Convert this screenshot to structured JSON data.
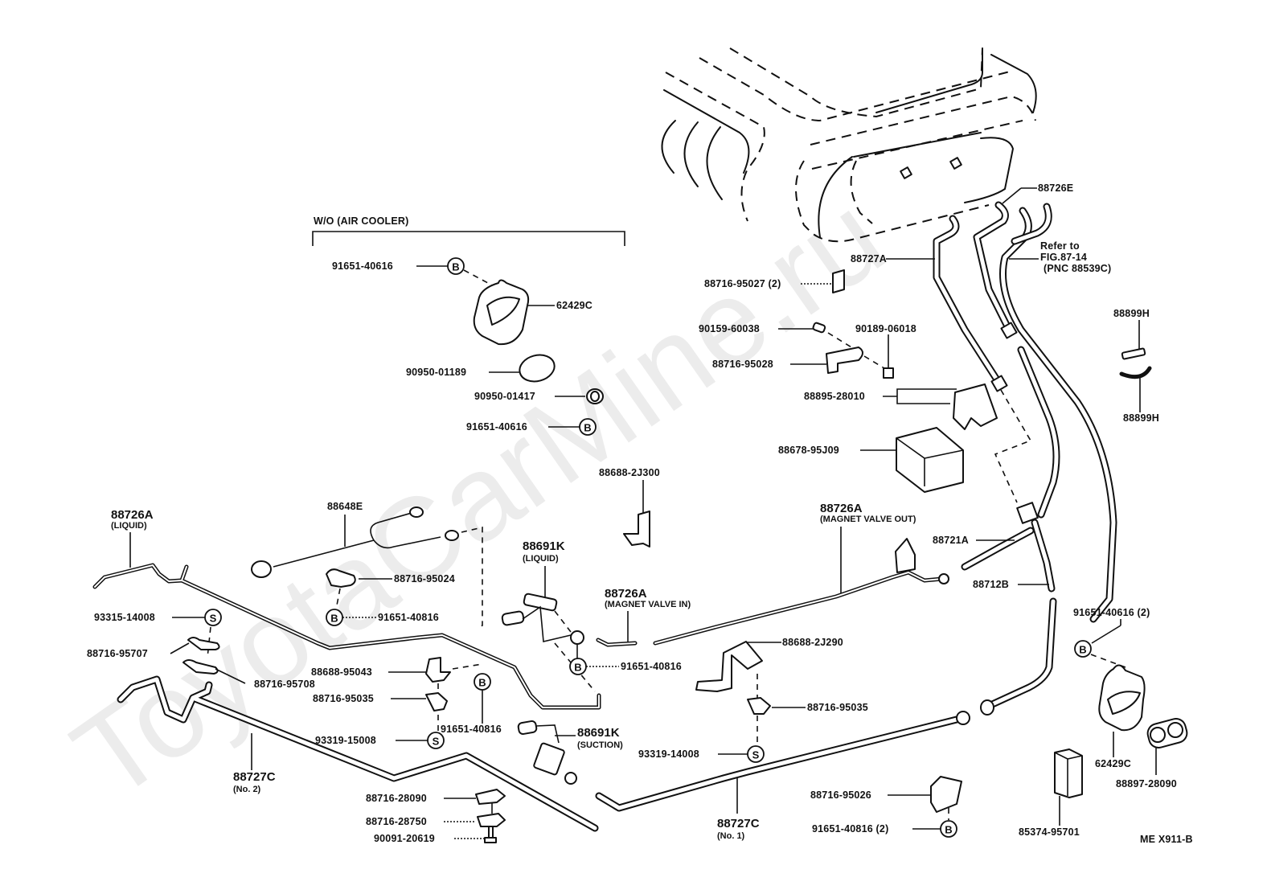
{
  "watermark": "ToyotaCarMine.ru",
  "diagram_code": "ME  X911-B",
  "group": {
    "title": "W/O  (AIR COOLER)",
    "parts": [
      "91651-40616",
      "62429C",
      "90950-01189",
      "90950-01417",
      "91651-40616"
    ]
  },
  "symbols": {
    "bolt": "B",
    "screw": "S"
  },
  "labels": {
    "p88726E": "88726E",
    "p88727A": "88727A",
    "refer1": "Refer to",
    "refer2": "FIG.87-14",
    "refer3": "(PNC 88539C)",
    "p88716_95027": "88716-95027 (2)",
    "p90159_60038": "90159-60038",
    "p90189_06018": "90189-06018",
    "p88716_95028": "88716-95028",
    "p88895_28010": "88895-28010",
    "p88678_95J09": "88678-95J09",
    "p88899H_a": "88899H",
    "p88899H_b": "88899H",
    "p88726A_out": "88726A",
    "p88726A_out_sub": "(MAGNET VALVE OUT)",
    "p88721A": "88721A",
    "p88712B": "88712B",
    "p91651_40616_2": "91651-40616 (2)",
    "p62429C_r": "62429C",
    "p88897_28090": "88897-28090",
    "p85374_95701": "85374-95701",
    "p88688_2J300": "88688-2J300",
    "p88648E": "88648E",
    "p88716_95024": "88716-95024",
    "p91651_40816_a": "91651-40816",
    "p88726A_liquid": "88726A",
    "p88726A_liquid_sub": "(LIQUID)",
    "p88691K_liquid": "88691K",
    "p88691K_liquid_sub": "(LIQUID)",
    "p88726A_in": "88726A",
    "p88726A_in_sub": "(MAGNET VALVE IN)",
    "p91651_40816_b": "91651-40816",
    "p93315_14008": "93315-14008",
    "p88716_95707": "88716-95707",
    "p88716_95708": "88716-95708",
    "p88688_95043": "88688-95043",
    "p88716_95035_a": "88716-95035",
    "p91651_40816_c": "91651-40816",
    "p93319_15008": "93319-15008",
    "p88691K_suction": "88691K",
    "p88691K_suction_sub": "(SUCTION)",
    "p88727C_no2": "88727C",
    "p88727C_no2_sub": "(No. 2)",
    "p88716_28090": "88716-28090",
    "p88716_28750": "88716-28750",
    "p90091_20619": "90091-20619",
    "p88688_2J290": "88688-2J290",
    "p88716_95035_b": "88716-95035",
    "p93319_14008": "93319-14008",
    "p88727C_no1": "88727C",
    "p88727C_no1_sub": "(No. 1)",
    "p88716_95026": "88716-95026",
    "p91651_40816_2": "91651-40816 (2)"
  }
}
